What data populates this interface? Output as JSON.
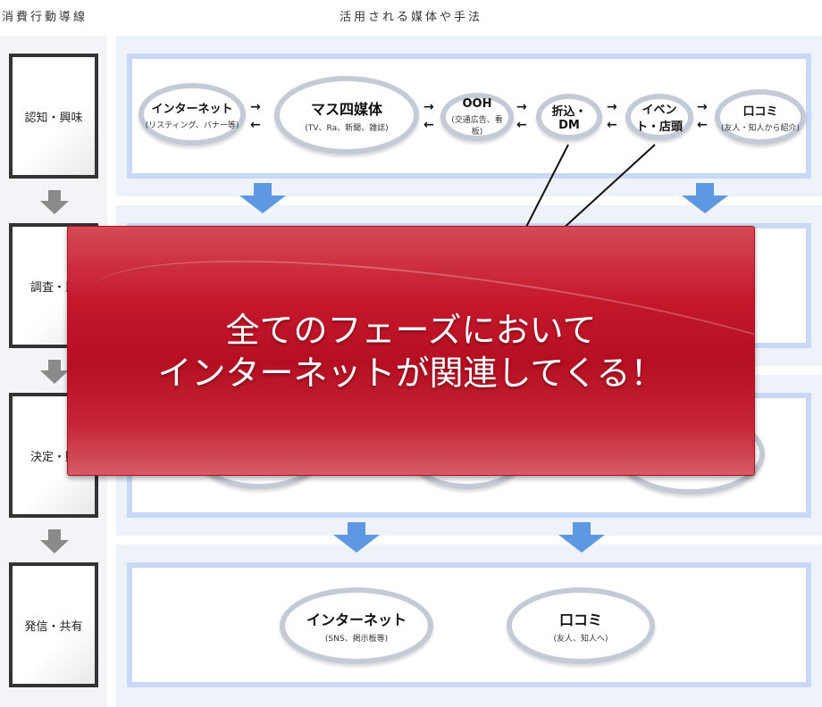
{
  "header": {
    "left_title": "消費行動導線",
    "right_title": "活用される媒体や手法"
  },
  "stages": [
    {
      "label": "認知・興味"
    },
    {
      "label": "調査・比"
    },
    {
      "label": "決定・購"
    },
    {
      "label": "発信・共有"
    }
  ],
  "row1": {
    "items": [
      {
        "title": "インターネット",
        "sub": "(リスティング、バナー等)"
      },
      {
        "title": "マス四媒体",
        "sub": "(TV、Ra、新聞、雑誌)"
      },
      {
        "title": "OOH",
        "sub": "(交通広告、看板)"
      },
      {
        "title": "折込・DM",
        "sub": ""
      },
      {
        "title": "イベント・店頭",
        "sub": ""
      },
      {
        "title": "口コミ",
        "sub": "(友人・知人から紹介)"
      }
    ]
  },
  "row4": {
    "items": [
      {
        "title": "インターネット",
        "sub": "(SNS、掲示板等)"
      },
      {
        "title": "口コミ",
        "sub": "(友人、知人へ)"
      }
    ]
  },
  "arrows": {
    "right": "→",
    "left": "←"
  },
  "banner": {
    "line1": "全てのフェーズにおいて",
    "line2": "インターネットが関連してくる！"
  },
  "colors": {
    "panel_border": "#c9d8f6",
    "flow_arrow": "#5e98e2",
    "stage_arrow": "#8a8a8a",
    "banner_red": "#c5182b"
  }
}
